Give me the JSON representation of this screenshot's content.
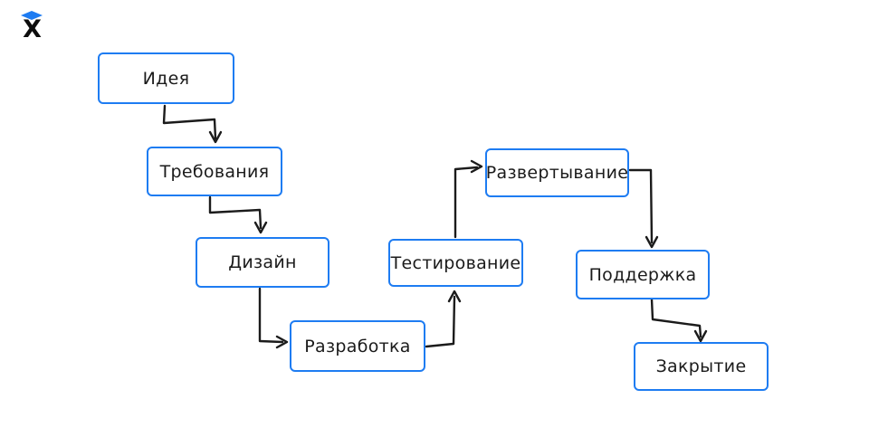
{
  "theme": {
    "accent_blue": "#1e7cf2",
    "ink_black": "#1b1b1b",
    "background": "#ffffff"
  },
  "logo": {
    "letter": "X",
    "cap_icon": "graduation-cap-icon",
    "cap_color": "#1e7cf2",
    "letter_color": "#0d0d0d"
  },
  "diagram": {
    "type": "flowchart",
    "nodes": [
      {
        "id": "idea",
        "label": "Идея"
      },
      {
        "id": "requirements",
        "label": "Требования"
      },
      {
        "id": "design",
        "label": "Дизайн"
      },
      {
        "id": "development",
        "label": "Разработка"
      },
      {
        "id": "testing",
        "label": "Тестирование"
      },
      {
        "id": "deployment",
        "label": "Развертывание"
      },
      {
        "id": "support",
        "label": "Поддержка"
      },
      {
        "id": "closure",
        "label": "Закрытие"
      }
    ],
    "edges": [
      {
        "from": "idea",
        "to": "requirements"
      },
      {
        "from": "requirements",
        "to": "design"
      },
      {
        "from": "design",
        "to": "development"
      },
      {
        "from": "development",
        "to": "testing"
      },
      {
        "from": "testing",
        "to": "deployment"
      },
      {
        "from": "deployment",
        "to": "support"
      },
      {
        "from": "support",
        "to": "closure"
      }
    ]
  }
}
